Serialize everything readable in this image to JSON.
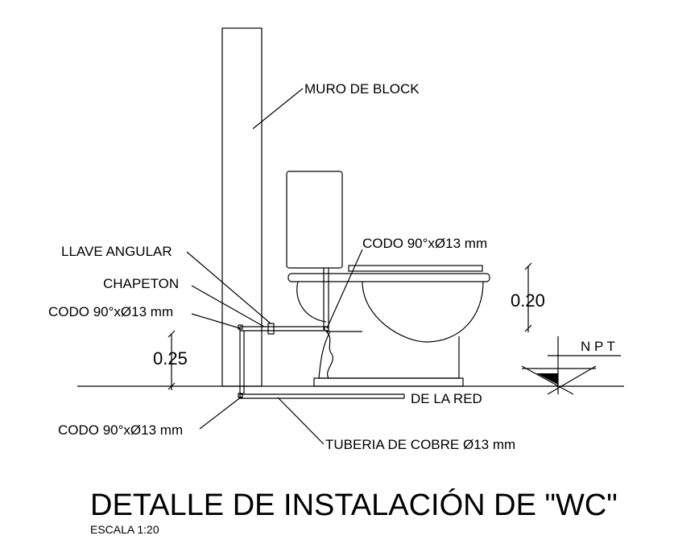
{
  "labels": {
    "wall": "MURO DE BLOCK",
    "valve": "LLAVE ANGULAR",
    "escutcheon": "CHAPETON",
    "elbow_left": "CODO  90°xØ13 mm",
    "elbow_top": "CODO  90°xØ13 mm",
    "elbow_bottom": "CODO  90°xØ13 mm",
    "dim_high": "0.25",
    "dim_right": "0.20",
    "npt": "N P T",
    "network": "DE LA RED",
    "pipe": "TUBERIA DE COBRE Ø13 mm"
  },
  "title": "DETALLE DE INSTALACIÓN DE \"WC\"",
  "scale": "ESCALA 1:20"
}
